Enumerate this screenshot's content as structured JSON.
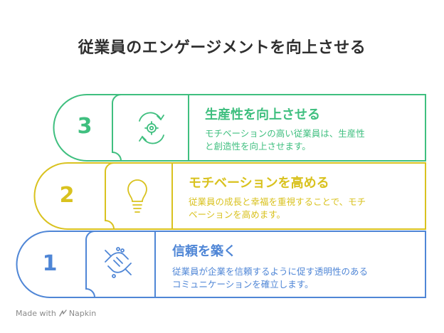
{
  "title": "従業員のエンゲージメントを向上させる",
  "steps": [
    {
      "number": "3",
      "heading": "生産性を向上させる",
      "desc_line1": "モチベーションの高い従業員は、生産性",
      "desc_line2": "と創造性を向上させます。",
      "icon": "gear-cycle-icon",
      "color": "#3fbf7f"
    },
    {
      "number": "2",
      "heading": "モチベーションを高める",
      "desc_line1": "従業員の成長と幸福を重視することで、モチ",
      "desc_line2": "ベーションを高めます。",
      "icon": "lightbulb-icon",
      "color": "#d9c21f"
    },
    {
      "number": "1",
      "heading": "信頼を築く",
      "desc_line1": "従業員が企業を信頼するように促す透明性のある",
      "desc_line2": "コミュニケーションを確立します。",
      "icon": "handshake-icon",
      "color": "#4f86d6"
    }
  ],
  "footer": {
    "made_with": "Made with",
    "brand": "Napkin"
  }
}
